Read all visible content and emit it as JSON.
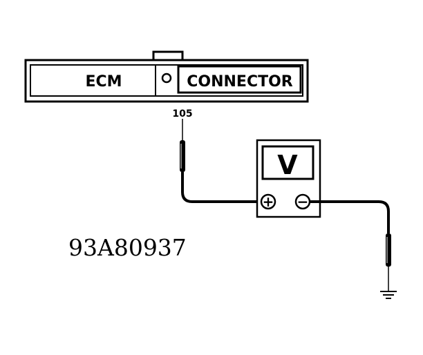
{
  "connector": {
    "left_label": "ECM",
    "right_label": "CONNECTOR",
    "pin": "105"
  },
  "meter": {
    "display": "V",
    "positive_terminal": "+",
    "negative_terminal": "−"
  },
  "figure_id": "93A80937",
  "icons": {
    "ground": "ground-symbol-icon",
    "lock_hole": "circle-icon",
    "probe": "test-probe-icon"
  },
  "colors": {
    "line": "#000000",
    "background": "#ffffff"
  }
}
